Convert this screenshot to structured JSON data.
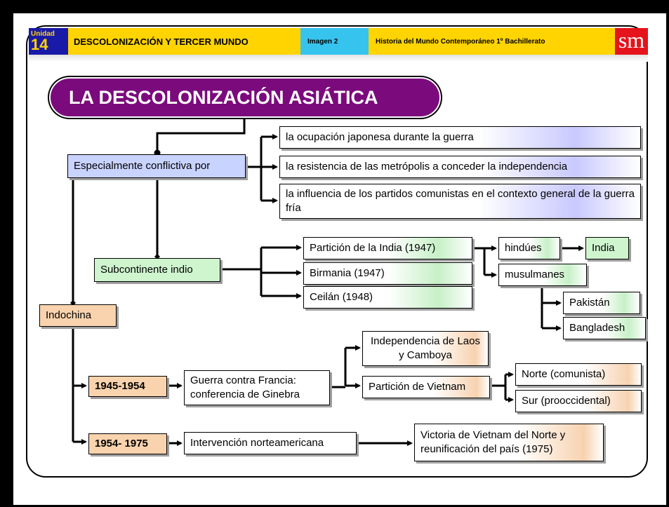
{
  "header": {
    "unit_label": "Unidad",
    "unit_number": "14",
    "title": "DESCOLONIZACIÓN Y TERCER MUNDO",
    "image_label": "Imagen 2",
    "course": "Historia del Mundo Contemporáneo 1º Bachillerato",
    "logo": "sm"
  },
  "colors": {
    "title_bg": "#7b0a7d",
    "header_yellow": "#ffd400",
    "header_cyan": "#36c4ee",
    "header_navy": "#1a1aa8",
    "logo_red": "#e5141c",
    "node_blue": "#c9d3ff",
    "node_green": "#cff5cf",
    "node_orange": "#f9d3ad"
  },
  "diagram": {
    "title": "LA DESCOLONIZACIÓN ASIÁTICA",
    "conflictive": {
      "label": "Especialmente conflictiva por",
      "causes": [
        "la ocupación japonesa durante la guerra",
        "la resistencia de las metrópolis a conceder la independencia",
        "la influencia de los partidos comunistas en el contexto general de la guerra fría"
      ]
    },
    "subcontinent": {
      "label": "Subcontinente indio",
      "items": [
        "Partición de la India (1947)",
        "Birmania (1947)",
        "Ceilán (1948)"
      ],
      "hindus": "hindúes",
      "india": "India",
      "muslims": "musulmanes",
      "pakistan": "Pakistán",
      "bangladesh": "Bangladesh"
    },
    "indochina": {
      "label": "Indochina",
      "period1": "1945-1954",
      "war_france": "Guerra contra Francia: conferencia de Ginebra",
      "laos_cambodia": "Independencia de Laos y Camboya",
      "vietnam_partition": "Partición de Vietnam",
      "north": "Norte (comunista)",
      "south": "Sur (prooccidental)",
      "period2": "1954- 1975",
      "us_intervention": "Intervención norteamericana",
      "victory": "Victoria de Vietnam del Norte y reunificación del país (1975)"
    }
  }
}
